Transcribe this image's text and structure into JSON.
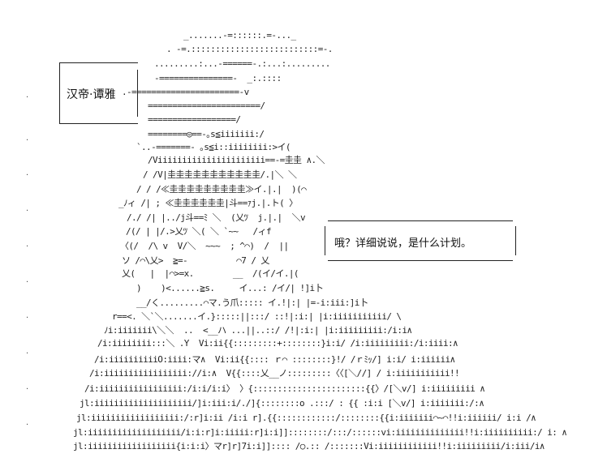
{
  "name_label": "汉帝·谭雅",
  "dialogue": "哦？详细说说，是什么计划。",
  "art_lines": [
    "_.......-=::::::.=-..._",
    ". -=.::::::::::::::::::::::::::=-.",
    ".........:...-======-.:...:.........",
    "-===============-  _:.::::",
    ".-======================-v",
    "=======================/",
    "==================/",
    "========◎==-｡s≦iiiiiii:/",
    "`..-=======- ｡s≦i::iiiiiiii:>イ(",
    "/Viiiiiiiiiiiiiiiiiiiiii==-=圭圭 ∧.＼",
    "/ /V|圭圭圭圭圭圭圭圭圭圭圭/.|＼ ＼",
    "/ / /≪圭圭圭圭圭圭圭圭圭≫イ.|.|  )(⌒",
    "_ﾉィ /| ; ≪圭圭圭圭圭圭|斗==ｧj.|.ト( 〉",
    "/./ /| |../j斗==ﾐ ＼  (乂ﾂ  j.|.|  ＼v",
    "/(/ | |/.>乂ﾂ ＼( ＼ `~~   /ィf",
    "〈(/  /\\ v  V/＼  ~~~  ; ^⌒)  /  ||",
    "ソ /⌒\\乂>  ≧=-          ⌒7 / 乂",
    "乂(   |  |⌒>=x.        __  /(イ/イ.|(",
    ")    )<......≧s.     イ...: /イ/| !]i卜",
    "__/く.........⌒マ.う爪::::: イ.!|:| |=-i:iii:]i卜",
    "r==<. ＼`＼.......イ.}:::::||:::/ ::!|:i:| |i:iiiiiiiiiii/ \\",
    "ﾉi:iiiiiii\\＼＼  ..  <__ハ ...||..::/ /!|:i:| |i:iiiiiiiii:/i:i∧",
    "/i:iiiiiiii:::＼ .Y  Vi:ii{{:::::::::+::::::::}i:i/ /i:iiiiiiiii:/i:iiii:∧",
    "/i:iiiiiiiiiiO:iiii:マ∧  Vi:ii{{:::: ｒ⌒ ::::::::}!/ /ｒﾐｯ/] i:i/ i:iiiiii∧",
    "/i:iiiiiiiiiiiiiiiii://i:∧  V{{::::乂__ノ:::::::::〈〈[＼//] / i:iiiiiiiiiii!!",
    "/i:iiiiiiiiiiiiiiiii:/i:i/i:i〉 〉{:::::::::::::::::::::::{{〉/[＼v/] i:iiiiiiiii ∧",
    "jl:iiiiiiiiiiiiiiiiiiii/]i:iii:i/./]{::::::::o .:::/ : {{ :i:i [＼v/] i:iiiiiii:/:∧",
    "jl:iiiiiiiiiiiiiiiiii:/:r]i:ii /i:i r].{{::::::::::::/::::::::{{i:iiiiiii⌒~⌒!!i:iiiiii/ i:i /∧",
    "jl:iiiiiiiiiiiiiiiiiii/i:i:r]i:iiiii:r]i:i]]::::::::/:::/::::::vi:iiiiiiiiiiiiii!!i:iiiiiiiiii:/ i: ∧",
    "jl:iiiiiiiiiiiiiiiiii{i:i:i〉マr]r]7i:i]]:::: /○.:: /:::::::Vi:iiiiiiiiiiii!!i:iiiiiiiii/i:iii/i∧"
  ]
}
